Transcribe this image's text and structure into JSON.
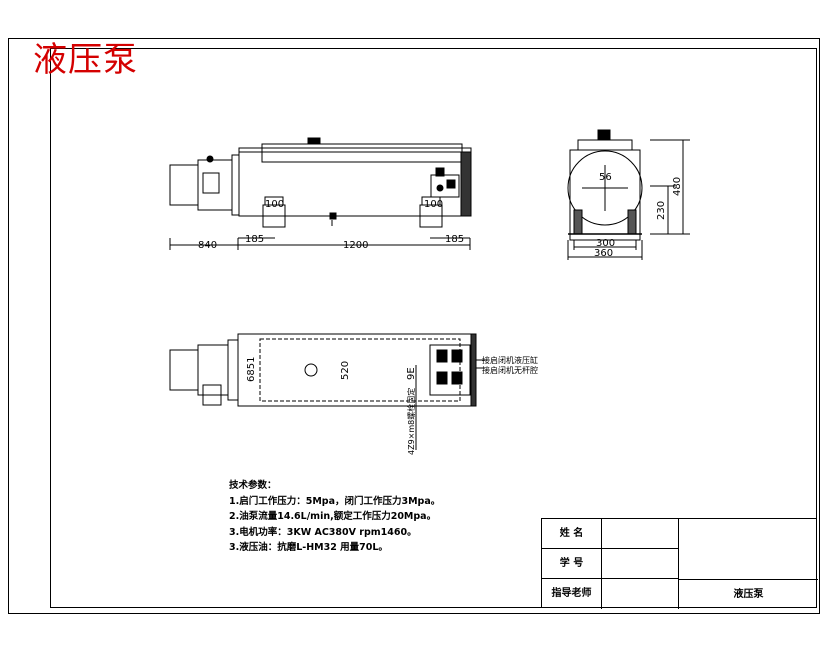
{
  "stamp": {
    "title": "液压泵"
  },
  "dimensions": {
    "front_lengths": [
      "840",
      "185",
      "1200",
      "185"
    ],
    "front_feet": [
      "100",
      "100"
    ],
    "side_widths": [
      "300",
      "360"
    ],
    "side_heights": [
      "230",
      "480"
    ],
    "side_label": "56",
    "top_width": "520",
    "top_left": "6851",
    "top_note_right": "9E",
    "top_vertical_note": "4Z9×m8螺栓固定",
    "valve_notes": [
      "接启闭机液压缸",
      "接启闭机无杆腔"
    ]
  },
  "tech": {
    "title": "技术参数：",
    "lines": [
      "1.启门工作压力：5Mpa，闭门工作压力3Mpa。",
      "2.油泵流量14.6L/min,额定工作压力20Mpa。",
      "3.电机功率：3KW AC380V rpm1460。",
      "3.液压油：抗磨L-HM32  用量70L。"
    ]
  },
  "titleblock": {
    "rows": [
      "姓  名",
      "学  号",
      "指导老师"
    ],
    "drawing_title": "液压泵"
  }
}
